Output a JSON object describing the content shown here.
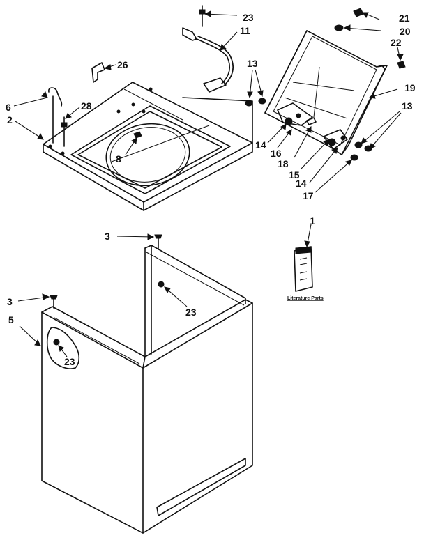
{
  "diagram": {
    "callouts": [
      {
        "id": "c23a",
        "text": "23"
      },
      {
        "id": "c11",
        "text": "11"
      },
      {
        "id": "c21",
        "text": "21"
      },
      {
        "id": "c20",
        "text": "20"
      },
      {
        "id": "c22",
        "text": "22"
      },
      {
        "id": "c26",
        "text": "26"
      },
      {
        "id": "c13a",
        "text": "13"
      },
      {
        "id": "c19",
        "text": "19"
      },
      {
        "id": "c6",
        "text": "6"
      },
      {
        "id": "c28",
        "text": "28"
      },
      {
        "id": "c2",
        "text": "2"
      },
      {
        "id": "c13b",
        "text": "13"
      },
      {
        "id": "c14a",
        "text": "14"
      },
      {
        "id": "c16",
        "text": "16"
      },
      {
        "id": "c8",
        "text": "8"
      },
      {
        "id": "c18",
        "text": "18"
      },
      {
        "id": "c15",
        "text": "15"
      },
      {
        "id": "c14b",
        "text": "14"
      },
      {
        "id": "c17",
        "text": "17"
      },
      {
        "id": "c1",
        "text": "1"
      },
      {
        "id": "c3a",
        "text": "3"
      },
      {
        "id": "c3b",
        "text": "3"
      },
      {
        "id": "c23b",
        "text": "23"
      },
      {
        "id": "c5",
        "text": "5"
      },
      {
        "id": "c23c",
        "text": "23"
      }
    ],
    "literature_caption": "Literature Parts"
  }
}
